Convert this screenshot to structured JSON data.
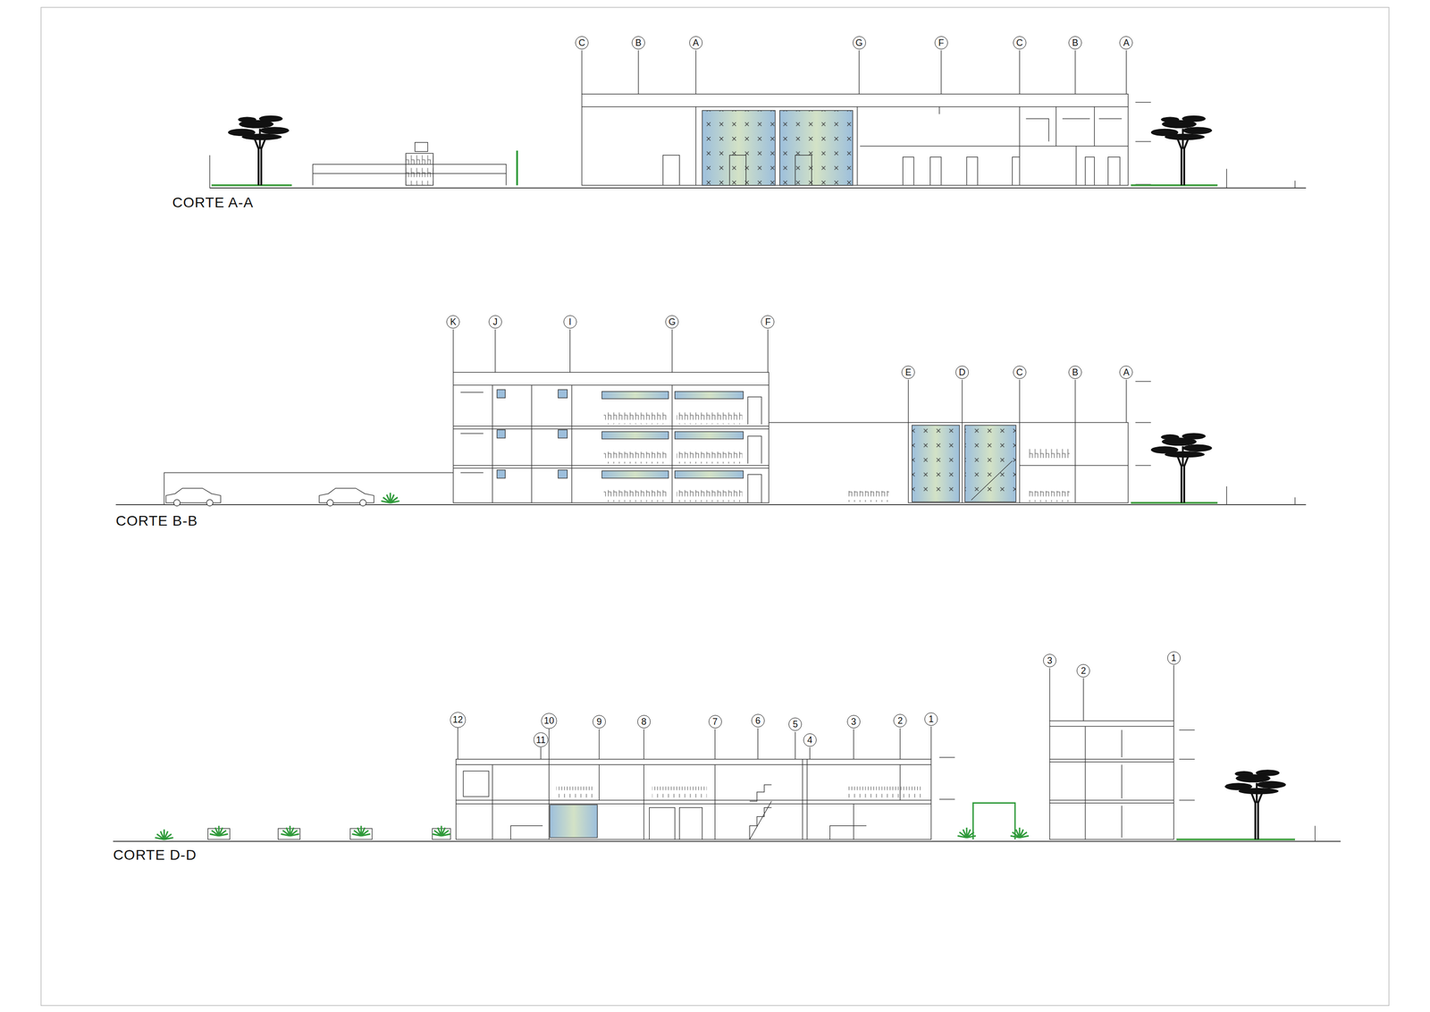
{
  "diagram": {
    "nodes": [
      {
        "text": [
          "C"
        ]
      },
      {
        "text": [
          "B"
        ]
      },
      {
        "text": [
          "A"
        ]
      },
      {
        "text": [
          "G"
        ]
      },
      {
        "text": [
          "F"
        ]
      },
      {
        "text": [
          "C"
        ]
      },
      {
        "text": [
          "B"
        ]
      },
      {
        "text": [
          "A"
        ]
      },
      {
        "text": [
          "K"
        ]
      },
      {
        "text": [
          "J"
        ]
      },
      {
        "text": [
          "I"
        ]
      },
      {
        "text": [
          "G"
        ]
      },
      {
        "text": [
          "F"
        ]
      },
      {
        "text": [
          "E"
        ]
      },
      {
        "text": [
          "D"
        ]
      },
      {
        "text": [
          "C"
        ]
      },
      {
        "text": [
          "B"
        ]
      },
      {
        "text": [
          "A"
        ]
      },
      {
        "text": [
          "12"
        ]
      },
      {
        "text": [
          "10"
        ]
      },
      {
        "text": [
          "11"
        ]
      },
      {
        "text": [
          "9"
        ]
      },
      {
        "text": [
          "8"
        ]
      },
      {
        "text": [
          "7"
        ]
      },
      {
        "text": [
          "6"
        ]
      },
      {
        "text": [
          "5"
        ]
      },
      {
        "text": [
          "4"
        ]
      },
      {
        "text": [
          "3"
        ]
      },
      {
        "text": [
          "2"
        ]
      },
      {
        "text": [
          "1"
        ]
      },
      {
        "text": [
          "3"
        ]
      },
      {
        "text": [
          "2"
        ]
      },
      {
        "text": [
          "1"
        ]
      }
    ],
    "labels": [
      "CORTE  A-A",
      "CORTE  B-B",
      "CORTE  D-D"
    ]
  }
}
